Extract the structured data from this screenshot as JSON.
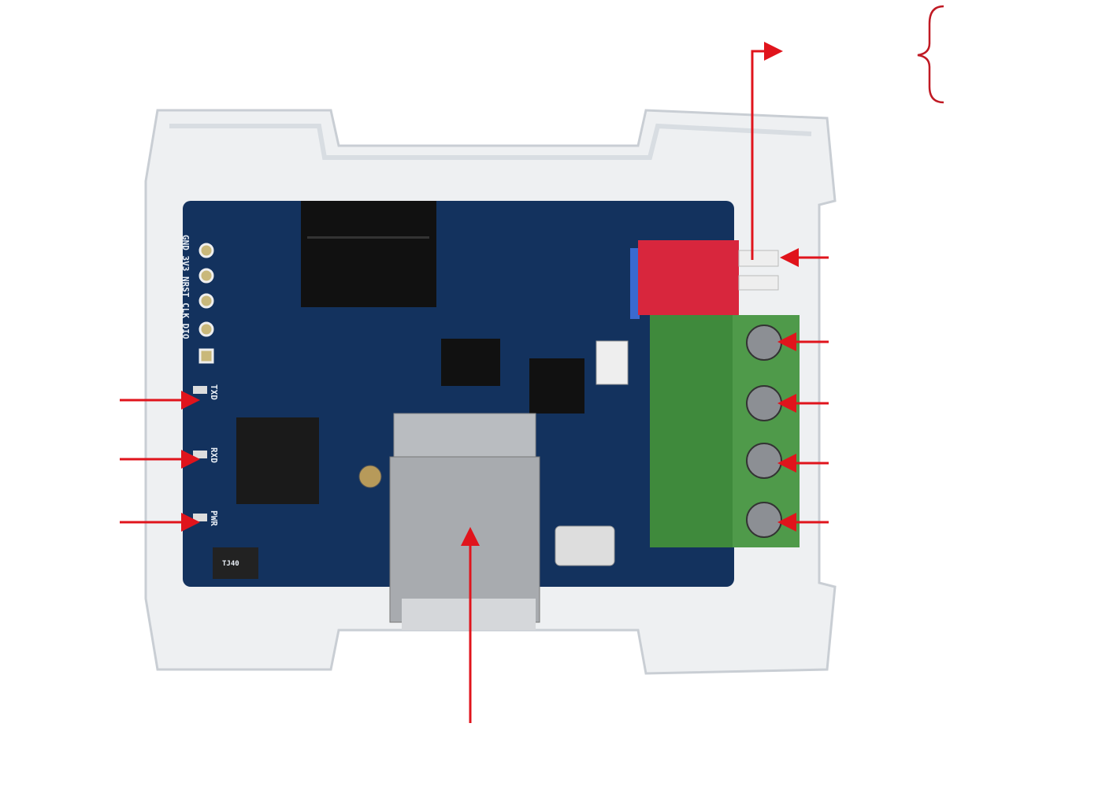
{
  "board": {
    "silkscreen": {
      "header_pins": "GND 3V3 NRST CLK DIO",
      "txd": "TXD",
      "rxd": "RXD",
      "pwr": "PWR",
      "ic_mark": "TJ40"
    }
  },
  "colors": {
    "arrow": "#e0141c",
    "pcb": "#13325e",
    "terminal_green": "#4f9a4a",
    "connector_red": "#d8263d",
    "case": "#eef0f2"
  }
}
